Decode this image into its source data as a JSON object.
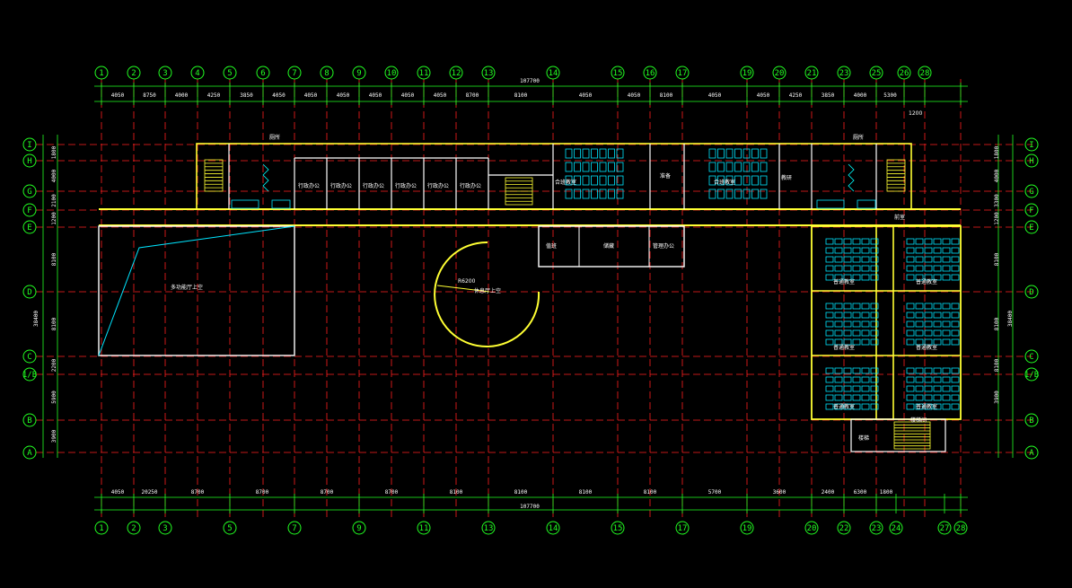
{
  "drawing": {
    "colors": {
      "background": "#000000",
      "grid_axis": "#ff2020",
      "dimension": "#22ff22",
      "wall": "#ffff33",
      "outline": "#ffffff",
      "furniture": "#00ffff"
    },
    "column_axes_top": [
      "1",
      "2",
      "3",
      "4",
      "5",
      "6",
      "7",
      "8",
      "9",
      "10",
      "11",
      "12",
      "13",
      "14",
      "15",
      "16",
      "17",
      "19",
      "20",
      "21",
      "23",
      "25",
      "26",
      "28"
    ],
    "column_axes_bottom": [
      "1",
      "2",
      "3",
      "5",
      "7",
      "9",
      "11",
      "13",
      "14",
      "15",
      "17",
      "19",
      "20",
      "22",
      "23",
      "24",
      "27",
      "28"
    ],
    "row_axes": [
      "I",
      "H",
      "G",
      "F",
      "E",
      "D",
      "C",
      "1/B",
      "B",
      "A"
    ],
    "top_dimensions": [
      "4050",
      "8750",
      "4000",
      "4250",
      "3850",
      "4050",
      "4050",
      "4050",
      "4050",
      "4050",
      "4050",
      "8700",
      "8100",
      "4050",
      "4050",
      "8100",
      "4050",
      "4050",
      "4250",
      "3850",
      "4000",
      "5300"
    ],
    "top_total": "107700",
    "top_extra": "1200",
    "bottom_dimensions": [
      "4050",
      "20250",
      "8700",
      "8700",
      "8700",
      "8700",
      "8100",
      "8100",
      "8100",
      "8100",
      "5700",
      "3600",
      "2400",
      "6300",
      "1800"
    ],
    "bottom_total": "107700",
    "left_dimensions": [
      "1800",
      "4000",
      "2100",
      "1200",
      "8100",
      "8100",
      "2200",
      "5900",
      "3900"
    ],
    "left_total": "38400",
    "right_dimensions": [
      "1800",
      "4000",
      "3300",
      "1200",
      "8100",
      "8100",
      "8100",
      "3900"
    ],
    "right_total": "38400",
    "labels": {
      "radius": "R6200",
      "toilet_left": "厕所",
      "toilet_right": "厕所",
      "big_room": "多功能厅上空",
      "round_room": "休息厅上空",
      "office_1": "行政办公",
      "office_2": "行政办公",
      "office_3": "行政办公",
      "office_4": "行政办公",
      "office_5": "行政办公",
      "office_6": "行政办公",
      "classroom_a": "合班教室",
      "prep": "准备",
      "classroom_b": "合班教室",
      "center_room": "值班",
      "center_room_2": "储藏",
      "center_room_3": "管理办公",
      "center_room_4": "教研",
      "classroom_1": "普通教室",
      "classroom_2": "普通教室",
      "classroom_3": "普通教室",
      "classroom_4": "普通教室",
      "classroom_5": "普通教室",
      "classroom_6": "普通教室",
      "stair_label": "楼梯",
      "fire_stair": "前室",
      "corridor_right": "楼梯间"
    }
  }
}
